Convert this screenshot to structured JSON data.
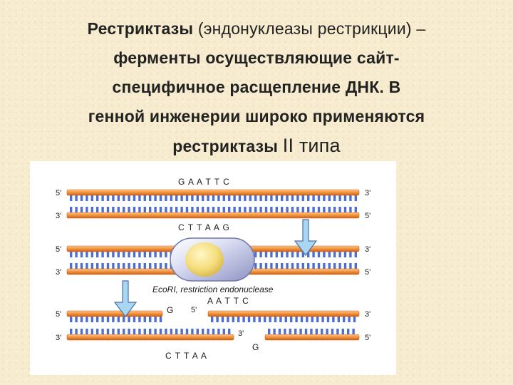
{
  "title": {
    "lead_bold": "Рестриктазы",
    "lead_plain": " (эндонуклеазы рестрикции) –",
    "line2": "ферменты осуществляющие сайт-",
    "line3": "специфичное расщепление ДНК. В",
    "line4": "генной инженерии широко применяются",
    "line5_bold": "рестриктазы ",
    "line5_roman": "II",
    "line5_plain": " типа"
  },
  "figure": {
    "enzyme_label": "EcoRI, restriction endonuclease",
    "top_seq": "G A A T T C",
    "bottom_seq": "C T T A A G",
    "frag_right_seq": "A A T T C",
    "frag_left_seq": "C T T A A",
    "g_upper": "G",
    "g_lower": "G",
    "end5": "5'",
    "end3": "3'",
    "colors": {
      "strand": "#f0923a",
      "strand_dark": "#c8601c",
      "bases": "#4f6fd0",
      "arrow": "#a9d6f0",
      "enzyme": "#c7cbe9"
    }
  }
}
